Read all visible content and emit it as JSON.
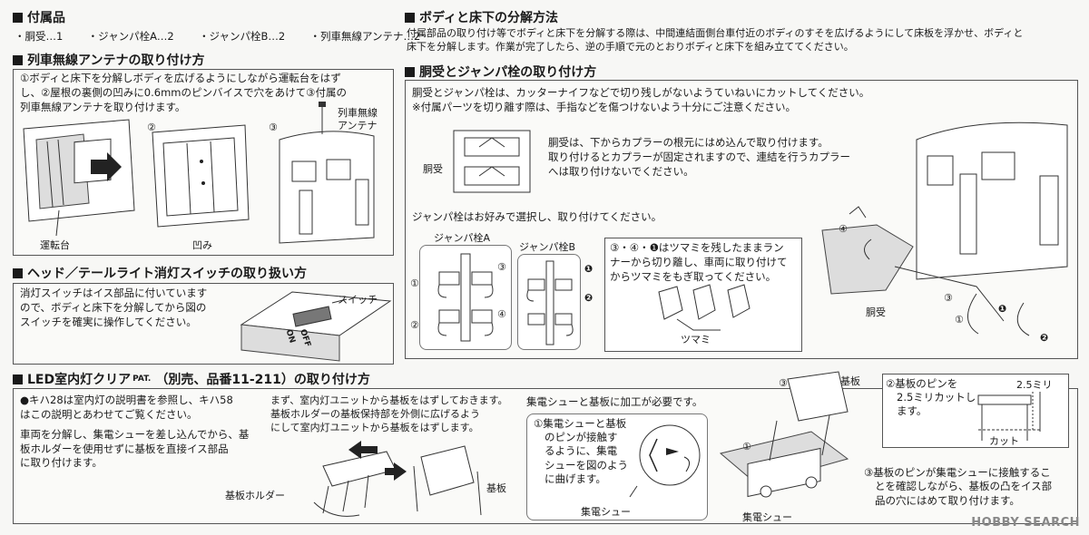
{
  "accessories": {
    "title": "付属品",
    "items": [
      "・胴受…1",
      "・ジャンパ栓A…2",
      "・ジャンパ栓B…2",
      "・列車無線アンテナ…2"
    ]
  },
  "antenna": {
    "title": "列車無線アンテナの取り付け方",
    "lines": [
      "①ボディと床下を分解しボディを広げるようにしながら運転台をはず",
      "し、②屋根の裏側の凹みに0.6mmのピンバイスで穴をあけて③付属の",
      "列車無線アンテナを取り付けます。"
    ],
    "step2": "②",
    "step3": "③",
    "label_cab": "運転台",
    "label_recess": "凹み",
    "label_antenna_1": "列車無線",
    "label_antenna_2": "アンテナ"
  },
  "light_switch": {
    "title": "ヘッド／テールライト消灯スイッチの取り扱い方",
    "lines": [
      "消灯スイッチはイス部品に付いています",
      "ので、ボディと床下を分解してから図の",
      "スイッチを確実に操作してください。"
    ],
    "label_switch": "スイッチ",
    "label_on": "ON",
    "label_off": "OFF"
  },
  "disassembly": {
    "title": "ボディと床下の分解方法",
    "lines": [
      "付属部品の取り付け等でボディと床下を分解する際は、中間連結面側台車付近のボディのすそを広げるようにして床板を浮かせ、ボディと",
      "床下を分解します。作業が完了したら、逆の手順で元のとおりボディと床下を組み立ててください。"
    ]
  },
  "coupler": {
    "title": "胴受とジャンパ栓の取り付け方",
    "lines": [
      "胴受とジャンパ栓は、カッターナイフなどで切り残しがないようていねいにカットしてください。",
      "※付属パーツを切り離す際は、手指などを傷つけないよう十分にご注意ください。"
    ],
    "label_body_bracket": "胴受",
    "bracket_lines": [
      "胴受は、下からカプラーの根元にはめ込んで取り付けます。",
      "取り付けるとカプラーが固定されますので、連結を行うカプラー",
      "へは取り付けないでください。"
    ],
    "jumper_choice": "ジャンパ栓はお好みで選択し、取り付けてください。",
    "label_jumper_a": "ジャンパ栓A",
    "label_jumper_b": "ジャンパ栓B",
    "note_lines": [
      "③・④・❶はツマミを残したままラン",
      "ナーから切り離し、車両に取り付けて",
      "からツマミをもぎ取ってください。"
    ],
    "label_knob": "ツマミ",
    "label_body_bracket_2": "胴受",
    "marks": [
      "①",
      "②",
      "③",
      "④",
      "❶",
      "❷"
    ]
  },
  "led": {
    "title": "LED室内灯クリア",
    "title_pat": "PAT.",
    "title_rest": "（別売、品番11-211）の取り付け方",
    "col1_lines": [
      "●キハ28は室内灯の説明書を参照し、キハ58",
      "はこの説明とあわせてご覧ください。",
      "",
      "車両を分解し、集電シューを差し込んでから、基",
      "板ホルダーを使用せずに基板を直接イス部品",
      "に取り付けます。"
    ],
    "col2_lines": [
      "まず、室内灯ユニットから基板をはずしておきます。",
      "基板ホルダーの基板保持部を外側に広げるよう",
      "にして室内灯ユニットから基板をはずします。"
    ],
    "label_holder": "基板ホルダー",
    "label_board": "基板",
    "col3_intro": "集電シューと基板に加工が必要です。",
    "step1_lines": [
      "①集電シューと基板",
      "のピンが接触す",
      "るように、集電",
      "シューを図のよう",
      "に曲げます。"
    ],
    "label_shoe": "集電シュー",
    "label_board_2": "基板",
    "label_shoe_2": "集電シュー",
    "step2_lines": [
      "②基板のピンを",
      "2.5ミリカットし",
      "ます。"
    ],
    "label_2_5": "2.5ミリ",
    "label_cut": "カット",
    "step3_lines": [
      "③基板のピンが集電シューに接触するこ",
      "とを確認しながら、基板の凸をイス部",
      "品の穴にはめて取り付けます。"
    ]
  },
  "watermark": "HOBBY SEARCH"
}
